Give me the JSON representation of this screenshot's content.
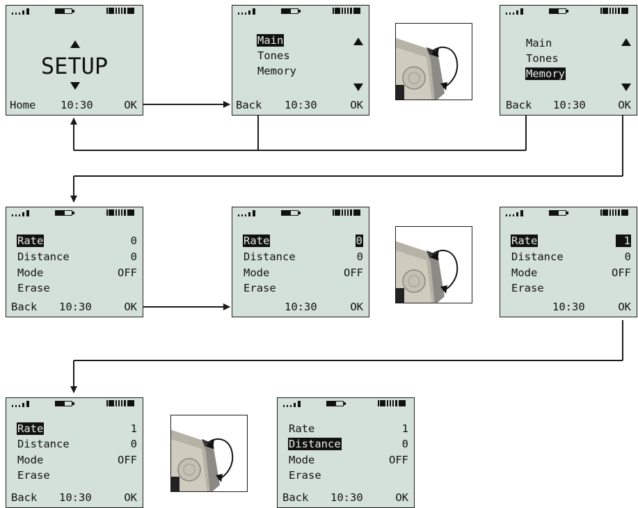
{
  "screens": {
    "s1": {
      "title": "SETUP",
      "left": "Home",
      "time": "10:30",
      "right": "OK"
    },
    "s2": {
      "items": [
        "Main",
        "Tones",
        "Memory"
      ],
      "left": "Back",
      "time": "10:30",
      "right": "OK"
    },
    "s3": {
      "items": [
        "Main",
        "Tones",
        "Memory"
      ],
      "left": "Back",
      "time": "10:30",
      "right": "OK"
    },
    "s4": {
      "rows": [
        [
          "Rate",
          "0"
        ],
        [
          "Distance",
          "0"
        ],
        [
          "Mode",
          "OFF"
        ],
        [
          "Erase",
          ""
        ]
      ],
      "left": "Back",
      "time": "10:30",
      "right": "OK"
    },
    "s5": {
      "rows": [
        [
          "Rate",
          "0"
        ],
        [
          "Distance",
          "0"
        ],
        [
          "Mode",
          "OFF"
        ],
        [
          "Erase",
          ""
        ]
      ],
      "time": "10:30",
      "right": "OK"
    },
    "s6": {
      "rows": [
        [
          "Rate",
          "1"
        ],
        [
          "Distance",
          "0"
        ],
        [
          "Mode",
          "OFF"
        ],
        [
          "Erase",
          ""
        ]
      ],
      "time": "10:30",
      "right": "OK"
    },
    "s7": {
      "rows": [
        [
          "Rate",
          "1"
        ],
        [
          "Distance",
          "0"
        ],
        [
          "Mode",
          "OFF"
        ],
        [
          "Erase",
          ""
        ]
      ],
      "left": "Back",
      "time": "10:30",
      "right": "OK"
    },
    "s8": {
      "rows": [
        [
          "Rate",
          "1"
        ],
        [
          "Distance",
          "0"
        ],
        [
          "Mode",
          "OFF"
        ],
        [
          "Erase",
          ""
        ]
      ],
      "left": "Back",
      "time": "10:30",
      "right": "OK"
    }
  },
  "icons": {
    "signal": "signal-strength-icon",
    "battery": "battery-icon",
    "memory": "memory-gauge-icon",
    "scroll_up": "arrow-up-icon",
    "scroll_down": "arrow-down-icon",
    "knob": "rotary-knob-photo-icon"
  },
  "colors": {
    "lcd_background": "#d4e0da",
    "ink": "#111111",
    "connector": "#1a1a1a"
  }
}
